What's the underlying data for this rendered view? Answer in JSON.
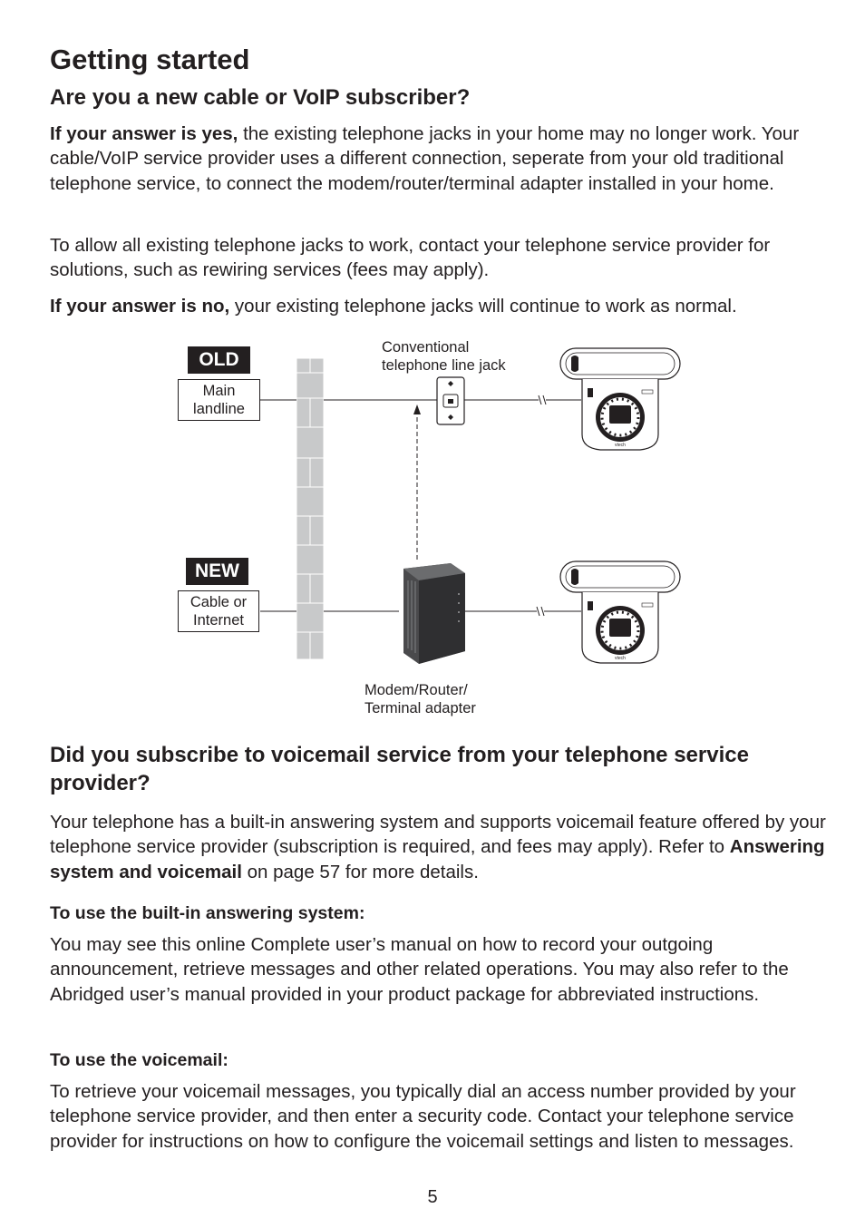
{
  "heading": "Getting started",
  "section1": {
    "title": "Are you a new cable or VoIP subscriber?",
    "para1_bold": "If your answer is yes,",
    "para1_rest": " the existing telephone jacks in your home may no longer work. Your cable/VoIP service provider uses a different connection, seperate from your old traditional telephone service, to connect the modem/router/terminal adapter installed in your home.",
    "para2": "To allow all existing telephone jacks to work, contact your telephone service provider for solutions, such as rewiring services (fees may apply).",
    "para3_bold": "If your answer is no,",
    "para3_rest": " your existing telephone jacks will continue to work as normal."
  },
  "diagram": {
    "old_badge": "OLD",
    "new_badge": "NEW",
    "main_landline": "Main landline",
    "cable_internet": "Cable or Internet",
    "jack_label": "Conventional telephone line jack",
    "modem_label": "Modem/Router/ Terminal adapter",
    "phone_brand": "vtech"
  },
  "section2": {
    "title": "Did you subscribe to voicemail service from your telephone service provider?",
    "para1_pre": "Your telephone has a built-in answering system and supports voicemail feature offered by your telephone service provider (subscription is required, and fees may apply). Refer to ",
    "para1_bold": "Answering system and voicemail",
    "para1_post": " on page 57 for more details.",
    "sub1_title": "To use the built-in answering system:",
    "sub1_text": "You may see this online Complete user’s manual on how to record your outgoing announcement, retrieve messages and other related operations. You may also refer to the Abridged user’s manual provided in your product package for abbreviated instructions.",
    "sub2_title": "To use the voicemail:",
    "sub2_text": "To retrieve your voicemail messages, you typically dial an access number provided by your telephone service provider, and then enter a security code. Contact your telephone service provider for instructions on how to configure the voicemail settings and listen to messages."
  },
  "page_number": "5"
}
